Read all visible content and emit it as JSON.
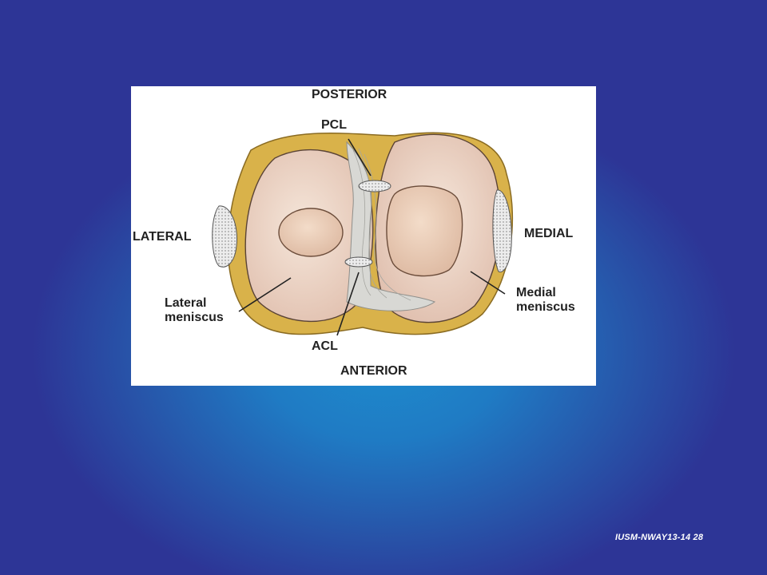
{
  "diagram": {
    "labels": {
      "posterior": "POSTERIOR",
      "pcl": "PCL",
      "lateral": "LATERAL",
      "medial": "MEDIAL",
      "lateral_meniscus": "Lateral\nmeniscus",
      "medial_meniscus": "Medial\nmeniscus",
      "acl": "ACL",
      "anterior": "ANTERIOR"
    },
    "colors": {
      "background": "#ffffff",
      "cartilage": "#eed7c8",
      "tibia_rim": "#d9b24a",
      "ligament": "#d8d8d4",
      "text": "#222222"
    }
  },
  "footer": {
    "slide_id": "IUSM-NWAY13-14  28"
  }
}
